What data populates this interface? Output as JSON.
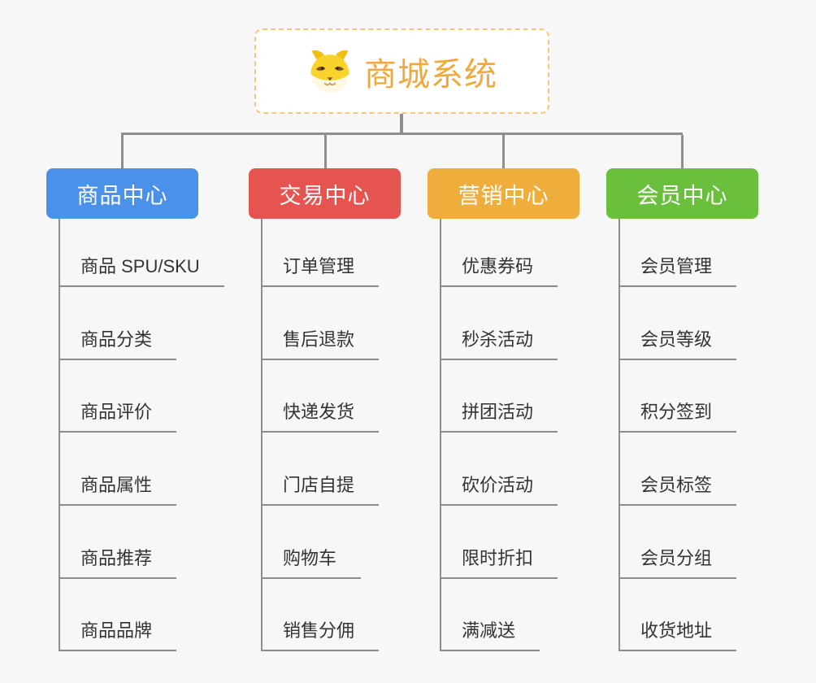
{
  "root": {
    "title": "商城系统",
    "icon": "dog-face-icon"
  },
  "branches": [
    {
      "label": "商品中心",
      "color": "#4B91EA",
      "children": [
        "商品 SPU/SKU",
        "商品分类",
        "商品评价",
        "商品属性",
        "商品推荐",
        "商品品牌"
      ]
    },
    {
      "label": "交易中心",
      "color": "#E5544F",
      "children": [
        "订单管理",
        "售后退款",
        "快递发货",
        "门店自提",
        "购物车",
        "销售分佣"
      ]
    },
    {
      "label": "营销中心",
      "color": "#EFAE3C",
      "children": [
        "优惠券码",
        "秒杀活动",
        "拼团活动",
        "砍价活动",
        "限时折扣",
        "满减送"
      ]
    },
    {
      "label": "会员中心",
      "color": "#6AC03D",
      "children": [
        "会员管理",
        "会员等级",
        "积分签到",
        "会员标签",
        "会员分组",
        "收货地址"
      ]
    }
  ],
  "colors": {
    "background": "#F7F7F7",
    "connector": "#8E8E8E",
    "underline": "#8C8C8C",
    "root_border": "#F4C77C",
    "root_text": "#F2A93C",
    "child_text": "#333333"
  }
}
